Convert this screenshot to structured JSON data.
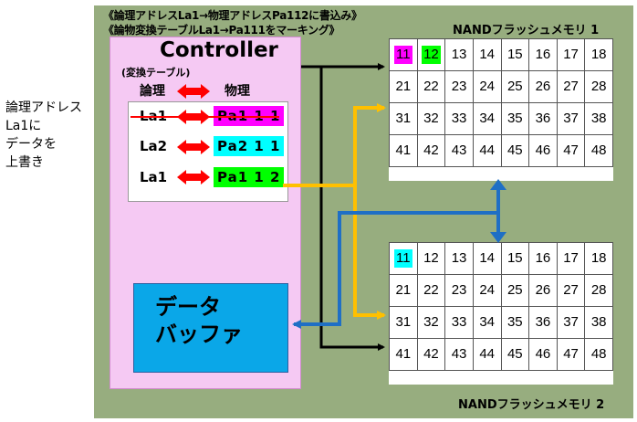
{
  "header": {
    "line1": "《論理アドレスLa1→物理アドレスPa112に書込み》",
    "line2": "《論物変換テーブルLa1→Pa111をマーキング》"
  },
  "side_note": {
    "lines": [
      "論理アドレス",
      "La1に",
      "データを",
      "上書き"
    ]
  },
  "controller": {
    "title": "Controller",
    "table_label": "(変換テーブル)",
    "col_logical": "論理",
    "col_physical": "物理",
    "rows": [
      {
        "logical": "La1",
        "physical": "Pa1 1 1",
        "color": "#ff00ff",
        "struck": true
      },
      {
        "logical": "La2",
        "physical": "Pa2 1 1",
        "color": "#00ffff",
        "struck": false
      },
      {
        "logical": "La1",
        "physical": "Pa1 1 2",
        "color": "#00ff00",
        "struck": false
      }
    ]
  },
  "buffer": {
    "line1": "データ",
    "line2": "バッファ"
  },
  "nand1": {
    "title": "NANDフラッシュメモリ 1",
    "rows": [
      [
        "11",
        "12",
        "13",
        "14",
        "15",
        "16",
        "17",
        "18"
      ],
      [
        "21",
        "22",
        "23",
        "24",
        "25",
        "26",
        "27",
        "28"
      ],
      [
        "31",
        "32",
        "33",
        "34",
        "35",
        "36",
        "37",
        "38"
      ],
      [
        "41",
        "42",
        "43",
        "44",
        "45",
        "46",
        "47",
        "48"
      ]
    ],
    "highlights": {
      "11": "#ff00ff",
      "12": "#00ff00"
    }
  },
  "nand2": {
    "title": "NANDフラッシュメモリ 2",
    "rows": [
      [
        "11",
        "12",
        "13",
        "14",
        "15",
        "16",
        "17",
        "18"
      ],
      [
        "21",
        "22",
        "23",
        "24",
        "25",
        "26",
        "27",
        "28"
      ],
      [
        "31",
        "32",
        "33",
        "34",
        "35",
        "36",
        "37",
        "38"
      ],
      [
        "41",
        "42",
        "43",
        "44",
        "45",
        "46",
        "47",
        "48"
      ]
    ],
    "highlights": {
      "11": "#00ffff"
    }
  },
  "colors": {
    "panel": "#97ad7f",
    "controller": "#f5c9f3",
    "buffer": "#0aa7e8",
    "arrow_red": "#ff0000",
    "arrow_black": "#000000",
    "arrow_orange": "#ffc000",
    "arrow_blue": "#1f6fc5"
  }
}
